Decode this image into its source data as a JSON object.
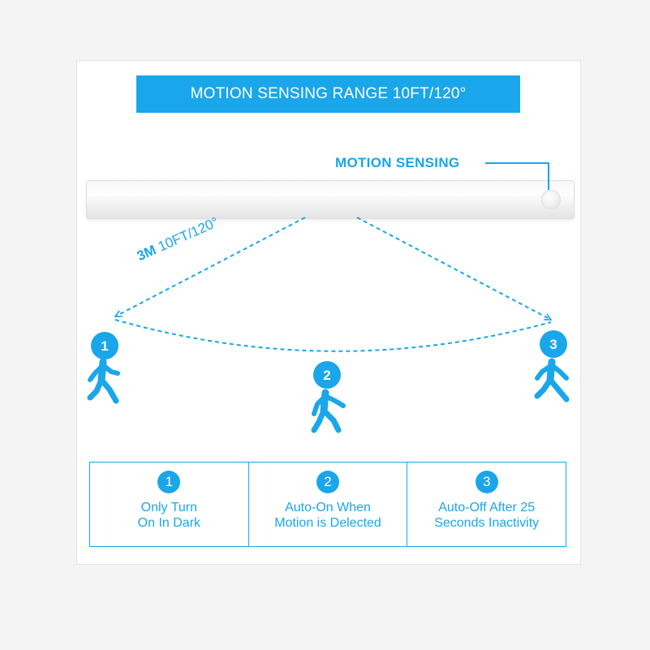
{
  "title": "MOTION SENSING RANGE 10FT/120°",
  "sensor_label": "MOTION SENSING",
  "range_label": {
    "distance": "3M",
    "detail": "10FT/120°"
  },
  "figures": [
    "1",
    "2",
    "3"
  ],
  "features": [
    {
      "number": "1",
      "line1": "Only Turn",
      "line2": "On In Dark"
    },
    {
      "number": "2",
      "line1": "Auto-On When",
      "line2": "Motion is Delected"
    },
    {
      "number": "3",
      "line1": "Auto-Off After 25",
      "line2": "Seconds Inactivity"
    }
  ],
  "colors": {
    "accent": "#1aa6ea",
    "background": "#ffffff"
  }
}
